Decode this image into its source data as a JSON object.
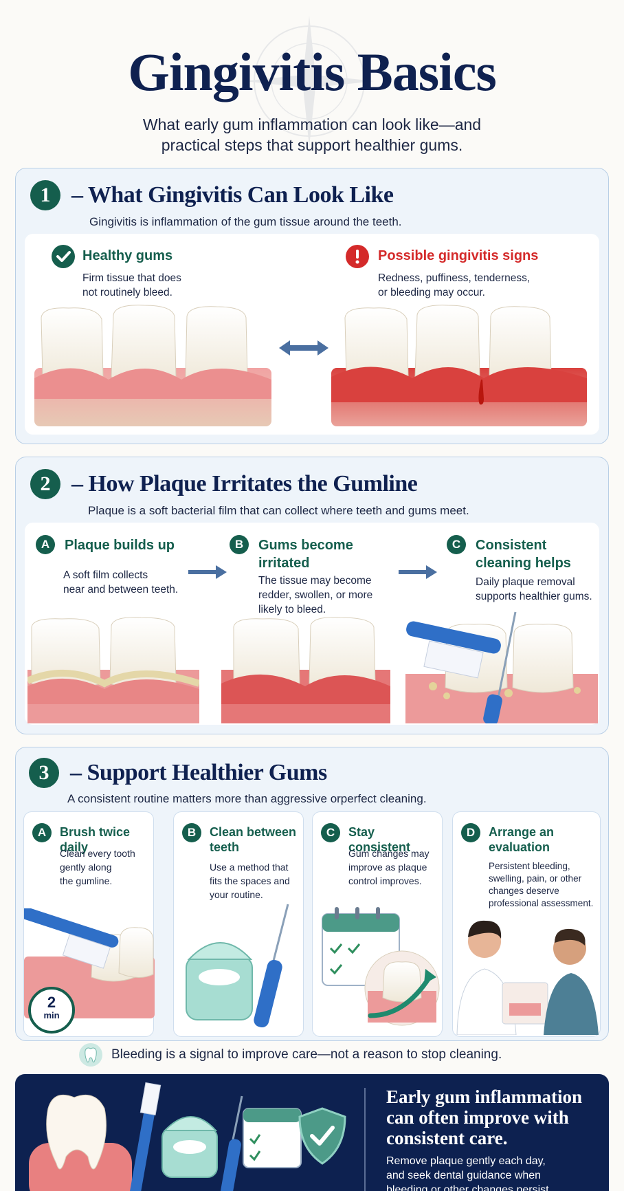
{
  "header": {
    "title": "Gingivitis Basics",
    "subtitle_line1": "What early gum inflammation can look like—and",
    "subtitle_line2": "practical steps that support healthier gums."
  },
  "section1": {
    "number": "1",
    "title": "– What Gingivitis Can Look Like",
    "intro": "Gingivitis is inflammation of the gum tissue around the teeth.",
    "healthy": {
      "label": "Healthy gums",
      "desc_line1": "Firm tissue that does",
      "desc_line2": "not routinely bleed."
    },
    "gingivitis": {
      "label": "Possible gingivitis signs",
      "desc_line1": "Redness, puffiness, tenderness,",
      "desc_line2": "or bleeding may occur."
    }
  },
  "section2": {
    "number": "2",
    "title": "– How Plaque Irritates the Gumline",
    "intro": "Plaque is a soft bacterial film that can collect where teeth and gums meet.",
    "steps": [
      {
        "badge": "A",
        "title_line1": "Plaque builds up",
        "title_line2": "",
        "desc": [
          "A soft film collects",
          "near and between teeth."
        ]
      },
      {
        "badge": "B",
        "title_line1": "Gums become",
        "title_line2": "irritated",
        "desc": [
          "The tissue may become",
          "redder, swollen, or more",
          "likely to bleed."
        ]
      },
      {
        "badge": "C",
        "title_line1": "Consistent",
        "title_line2": "cleaning helps",
        "desc": [
          "Daily plaque removal",
          "supports healthier gums."
        ]
      }
    ]
  },
  "section3": {
    "number": "3",
    "title": "– Support Healthier Gums",
    "intro": "A consistent routine matters more than aggressive orperfect cleaning.",
    "cards": [
      {
        "badge": "A",
        "title": "Brush twice daily",
        "desc": [
          "Clean every tooth",
          "gently along",
          "the gumline."
        ],
        "timer": "2",
        "timer_unit": "min"
      },
      {
        "badge": "B",
        "title": "Clean between teeth",
        "desc": [
          "Use a method that",
          "fits the spaces and",
          "your routine."
        ]
      },
      {
        "badge": "C",
        "title": "Stay consistent",
        "desc": [
          "Gum changes may",
          "improve as plaque",
          "control improves."
        ]
      },
      {
        "badge": "D",
        "title": "Arrange an evaluation",
        "desc": [
          "Persistent bleeding,",
          "swelling, pain, or other",
          "changes deserve",
          "professional assessment."
        ]
      }
    ],
    "note": "Bleeding is a signal to improve care—not a reason to stop cleaning."
  },
  "footer": {
    "headline": [
      "Early gum inflammation",
      "can often improve with",
      "consistent care."
    ],
    "body": [
      "Remove plaque gently each day,",
      "and seek dental guidance when",
      "bleeding or other changes persist."
    ]
  },
  "colors": {
    "navy": "#0f2150",
    "green": "#155e4d",
    "red": "#d42a2a",
    "gum": "#e8888a",
    "panel": "#eef4fa",
    "accent_blue": "#2f6fc7"
  },
  "icons": [
    "check-icon",
    "alert-icon",
    "double-arrow-icon",
    "arrow-right-icon",
    "toothbrush-icon",
    "floss-icon",
    "interdental-brush-icon",
    "calendar-icon",
    "shield-check-icon",
    "tooth-icon",
    "timer-icon"
  ]
}
